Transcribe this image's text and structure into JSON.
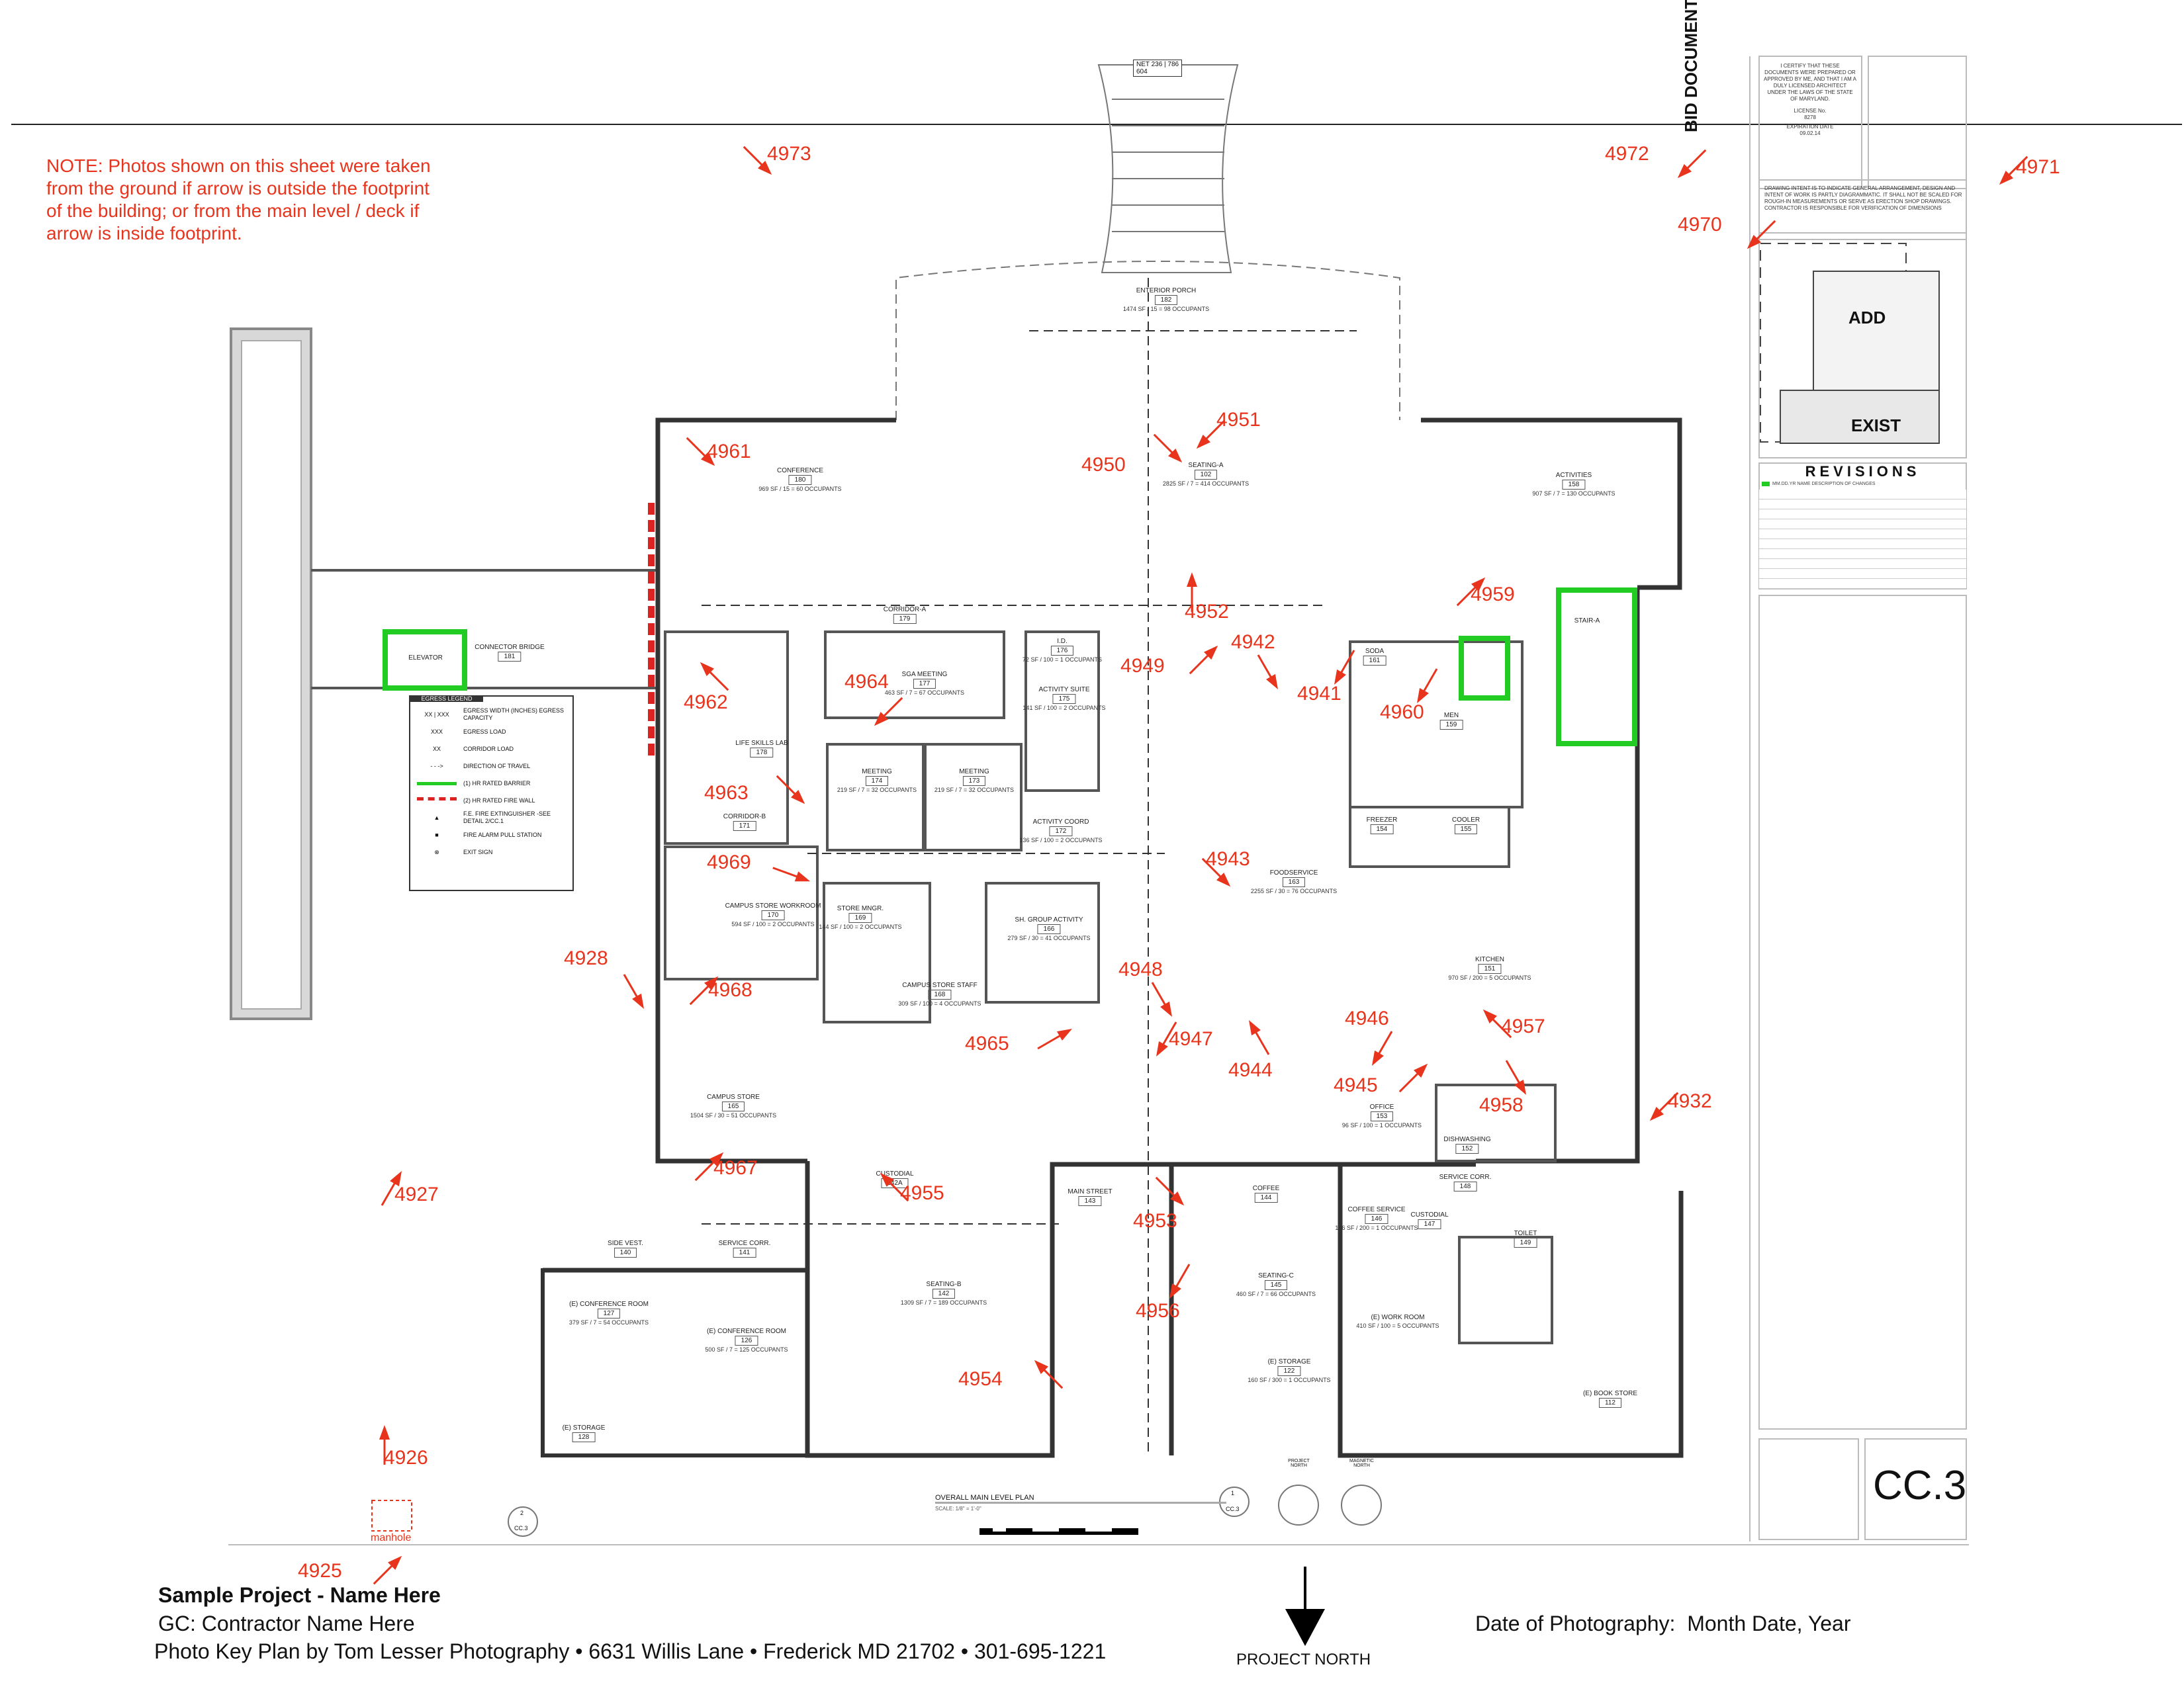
{
  "note": "NOTE:  Photos shown on this sheet were taken\nfrom the ground if arrow is outside the footprint\nof the building; or from the main level / deck if\narrow is inside footprint.",
  "colors": {
    "marker": "#e8341c",
    "barrier": "#22cc22",
    "firewall": "#dd2222"
  },
  "markers": [
    "4973",
    "4972",
    "4971",
    "4970",
    "4961",
    "4950",
    "4951",
    "4952",
    "4942",
    "4949",
    "4941",
    "4960",
    "4959",
    "4964",
    "4962",
    "4963",
    "4969",
    "4943",
    "4928",
    "4968",
    "4948",
    "4965",
    "4947",
    "4946",
    "4944",
    "4945",
    "4957",
    "4958",
    "4932",
    "4927",
    "4967",
    "4955",
    "4953",
    "4956",
    "4954",
    "4926",
    "4925"
  ],
  "rooms": [
    {
      "name": "ENTERIOR PORCH",
      "num": "182",
      "area": "1474 SF / 15 = 98 OCCUPANTS"
    },
    {
      "name": "CONFERENCE",
      "num": "180",
      "area": "969 SF / 15 = 60 OCCUPANTS"
    },
    {
      "name": "SEATING-A",
      "num": "102",
      "area": "2825 SF / 7 = 414 OCCUPANTS"
    },
    {
      "name": "ACTIVITIES",
      "num": "158",
      "area": "907 SF / 7 = 130 OCCUPANTS"
    },
    {
      "name": "CONNECTOR BRIDGE",
      "num": "181",
      "area": ""
    },
    {
      "name": "ELEVATOR",
      "num": "",
      "area": ""
    },
    {
      "name": "CORRIDOR-A",
      "num": "179",
      "area": ""
    },
    {
      "name": "SGA MEETING",
      "num": "177",
      "area": "463 SF / 7 = 67 OCCUPANTS"
    },
    {
      "name": "I.D.",
      "num": "176",
      "area": "72 SF / 100 = 1 OCCUPANTS"
    },
    {
      "name": "ACTIVITY SUITE",
      "num": "175",
      "area": "141 SF / 100 = 2 OCCUPANTS"
    },
    {
      "name": "LIFE SKILLS LAB",
      "num": "178",
      "area": ""
    },
    {
      "name": "MEETING",
      "num": "174",
      "area": "219 SF / 7 = 32 OCCUPANTS"
    },
    {
      "name": "MEETING",
      "num": "173",
      "area": "219 SF / 7 = 32 OCCUPANTS"
    },
    {
      "name": "ACTIVITY COORD",
      "num": "172",
      "area": "136 SF / 100 = 2 OCCUPANTS"
    },
    {
      "name": "CORRIDOR-B",
      "num": "171",
      "area": ""
    },
    {
      "name": "SODA",
      "num": "161",
      "area": ""
    },
    {
      "name": "MEN",
      "num": "159",
      "area": ""
    },
    {
      "name": "STAIR-A",
      "num": "",
      "area": ""
    },
    {
      "name": "FREEZER",
      "num": "154",
      "area": ""
    },
    {
      "name": "COOLER",
      "num": "155",
      "area": ""
    },
    {
      "name": "CAMPUS STORE WORKROOM",
      "num": "170",
      "area": "594 SF / 100 = 2 OCCUPANTS"
    },
    {
      "name": "STORE MNGR.",
      "num": "169",
      "area": "144 SF / 100 = 2 OCCUPANTS"
    },
    {
      "name": "CAMPUS STORE STAFF",
      "num": "168",
      "area": "309 SF / 100 = 4 OCCUPANTS"
    },
    {
      "name": "SH. GROUP ACTIVITY",
      "num": "166",
      "area": "279 SF / 30 = 41 OCCUPANTS"
    },
    {
      "name": "FOODSERVICE",
      "num": "163",
      "area": "2255 SF / 30 = 76 OCCUPANTS"
    },
    {
      "name": "KITCHEN",
      "num": "151",
      "area": "970 SF / 200 = 5 OCCUPANTS"
    },
    {
      "name": "CAMPUS STORE",
      "num": "165",
      "area": "1504 SF / 30 = 51 OCCUPANTS"
    },
    {
      "name": "OFFICE",
      "num": "153",
      "area": "96 SF / 100 = 1 OCCUPANTS"
    },
    {
      "name": "DISHWASHING",
      "num": "152",
      "area": ""
    },
    {
      "name": "CUSTODIAL",
      "num": "142A",
      "area": ""
    },
    {
      "name": "MAIN STREET",
      "num": "143",
      "area": ""
    },
    {
      "name": "SERVICE CORR.",
      "num": "148",
      "area": ""
    },
    {
      "name": "COFFEE",
      "num": "144",
      "area": ""
    },
    {
      "name": "CUSTODIAL",
      "num": "147",
      "area": ""
    },
    {
      "name": "TOILET",
      "num": "149",
      "area": ""
    },
    {
      "name": "COFFEE SERVICE",
      "num": "146",
      "area": "176 SF / 200 = 1 OCCUPANTS"
    },
    {
      "name": "SIDE VEST.",
      "num": "140",
      "area": ""
    },
    {
      "name": "SERVICE CORR.",
      "num": "141",
      "area": ""
    },
    {
      "name": "(E) CONFERENCE ROOM",
      "num": "127",
      "area": "379 SF / 7 = 54 OCCUPANTS"
    },
    {
      "name": "(E) CONFERENCE ROOM",
      "num": "126",
      "area": "500 SF / 7 = 125 OCCUPANTS"
    },
    {
      "name": "SEATING-B",
      "num": "142",
      "area": "1309 SF / 7 = 189 OCCUPANTS"
    },
    {
      "name": "SEATING-C",
      "num": "145",
      "area": "460 SF / 7 = 66 OCCUPANTS"
    },
    {
      "name": "(E) WORK ROOM",
      "num": "",
      "area": "410 SF / 100 = 5 OCCUPANTS"
    },
    {
      "name": "(E) STORAGE",
      "num": "122",
      "area": "160 SF / 300 = 1 OCCUPANTS"
    },
    {
      "name": "(E) STORAGE",
      "num": "128",
      "area": ""
    },
    {
      "name": "(E) BOOK STORE",
      "num": "112",
      "area": ""
    }
  ],
  "legend": {
    "title": "EGRESS LEGEND",
    "items": [
      {
        "sym": "XX | XXX",
        "label": "EGRESS WIDTH (INCHES) EGRESS CAPACITY"
      },
      {
        "sym": "XXX",
        "label": "EGRESS LOAD"
      },
      {
        "sym": "XX",
        "label": "CORRIDOR LOAD"
      },
      {
        "sym": "- - ->",
        "label": "DIRECTION OF TRAVEL"
      },
      {
        "sym": "green",
        "label": "(1) HR RATED BARRIER"
      },
      {
        "sym": "red",
        "label": "(2) HR RATED FIRE WALL"
      },
      {
        "sym": "▲",
        "label": "F.E. FIRE EXTINGUISHER -SEE DETAIL 2/CC.1"
      },
      {
        "sym": "■",
        "label": "FIRE ALARM PULL STATION"
      },
      {
        "sym": "⊗",
        "label": "EXIT SIGN"
      }
    ]
  },
  "plan_labels": {
    "manhole": "manhole",
    "plan_title": "OVERALL MAIN LEVEL PLAN",
    "plan_scale": "SCALE: 1/8\" = 1'-0\"",
    "detail_1": "1",
    "detail_2": "2",
    "sheet_ref": "CC.3",
    "project_north_small": "PROJECT NORTH",
    "magnetic_north": "MAGNETIC NORTH",
    "net_top": "NET 236 | 786",
    "net_top_val": "604"
  },
  "title_block": {
    "bid_documents": "BID DOCUMENTS",
    "certify": "I CERTIFY THAT THESE DOCUMENTS WERE PREPARED OR APPROVED BY ME, AND THAT I AM A DULY LICENSED ARCHITECT UNDER THE LAWS OF THE STATE OF MARYLAND.",
    "license_label": "LICENSE No.",
    "license_no": "8278",
    "expiration_label": "EXPIRATION DATE",
    "expiration_date": "09.02.14",
    "drawing_intent": "DRAWING INTENT IS TO INDICATE GENERAL ARRANGEMENT, DESIGN AND INTENT OF WORK IS PARTLY DIAGRAMMATIC. IT SHALL NOT BE SCALED FOR ROUGH-IN MEASUREMENTS OR SERVE AS ERECTION SHOP DRAWINGS. CONTRACTOR IS RESPONSIBLE FOR VERIFICATION OF DIMENSIONS",
    "add": "ADD",
    "exist": "EXIST",
    "revisions": "REVISIONS",
    "rev_header": "MM.DD.YR  NAME  DESCRIPTION OF CHANGES",
    "sheet_number": "CC.3"
  },
  "footer": {
    "project": "Sample Project - Name Here",
    "gc": "GC:  Contractor Name Here",
    "credit": "Photo Key Plan by Tom Lesser Photography • 6631 Willis Lane • Frederick MD 21702 • 301-695-1221",
    "north": "PROJECT NORTH",
    "date_label": "Date of Photography:",
    "date_value": "Month Date, Year"
  }
}
